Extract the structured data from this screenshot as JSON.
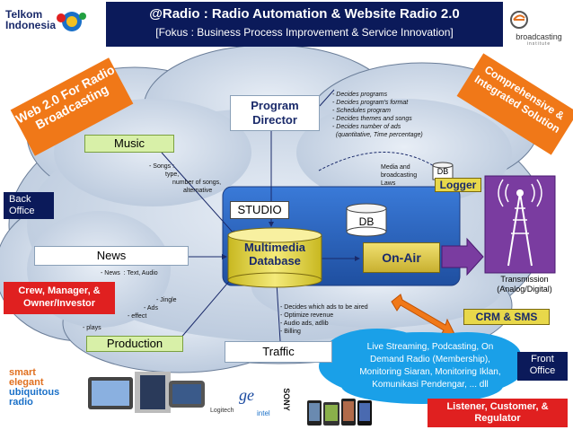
{
  "header": {
    "title": "@Radio : Radio Automation & Website Radio 2.0",
    "subtitle": "[Fokus : Business Process Improvement & Service Innovation]"
  },
  "logos": {
    "telkom_line1": "Telkom",
    "telkom_line2": "Indonesia",
    "broadcasting_main": "broadcasting",
    "broadcasting_sub": "institute",
    "smart_lines": [
      "smart",
      "elegant",
      "ubiquitous",
      "radio"
    ]
  },
  "banners": {
    "web20": "Web 2.0 For Radio Broadcasting",
    "comprehensive": "Comprehensive & Integrated Solution"
  },
  "nodes": {
    "music": "Music",
    "news": "News",
    "production": "Production",
    "traffic": "Traffic",
    "program_director": "Program Director",
    "studio": "STUDIO",
    "multimedia_db": "Multimedia Database",
    "on_air": "On-Air",
    "db_studio": "DB",
    "db_logger": "DB",
    "logger": "Logger",
    "crm_sms": "CRM & SMS",
    "transmission": "Transmission (Analog/Digital)"
  },
  "side_labels": {
    "back_office": "Back Office",
    "front_office": "Front Office",
    "crew": "Crew, Manager, & Owner/Investor",
    "listener": "Listener, Customer, & Regulator"
  },
  "notes": {
    "program_director": [
      "- Decides programs",
      "- Decides program's format",
      "- Schedules program",
      "- Decides themes and songs",
      "- Decides number of ads",
      "  (quantitative, Time percentage)"
    ],
    "music": [
      "- Songs :",
      "type,",
      "number of songs,",
      "alternative"
    ],
    "news": "- News  : Text, Audio",
    "production": [
      "- Jingle",
      "- Ads",
      "- effect",
      "- plays"
    ],
    "traffic": [
      "- Decides which ads to be aired",
      "- Optimize revenue",
      "- Audio ads, adlib",
      "- Billing"
    ],
    "logger": [
      "Media and",
      "broadcasting",
      "Laws"
    ]
  },
  "cloud_text": "Live Streaming, Podcasting, On Demand Radio (Membership), Monitoring Siaran, Monitoring Iklan, Komunikasi Pendengar, ... dll",
  "devices": {
    "brand_logitech": "Logitech",
    "brand_ge": "ge",
    "brand_intel": "intel",
    "brand_sony": "SONY"
  },
  "colors": {
    "header_bg": "#0b1a5a",
    "node_green": "#d8f0a8",
    "accent_red": "#e02020",
    "orange": "#f07818",
    "studio_blue": "#2f6fc8",
    "db_yellow": "#e8d84a",
    "antenna_purple": "#7a3ca0"
  }
}
